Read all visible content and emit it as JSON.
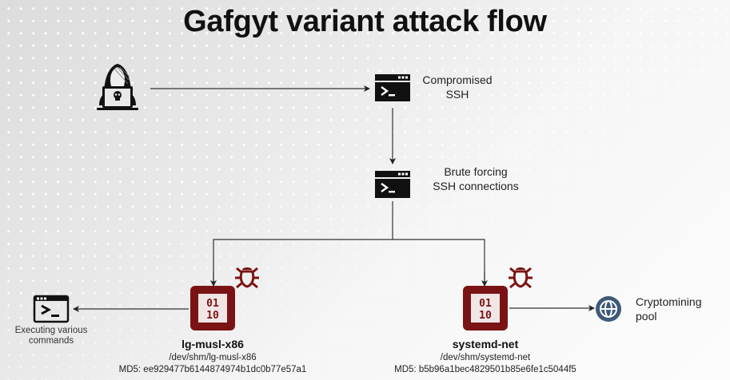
{
  "title": "Gafgyt variant attack flow",
  "nodes": {
    "attacker": {
      "icon": "hacker-icon"
    },
    "compromised_ssh": {
      "icon": "terminal-icon",
      "label_line1": "Compromised",
      "label_line2": "SSH"
    },
    "brute_force": {
      "icon": "terminal-icon",
      "label_line1": "Brute forcing",
      "label_line2": "SSH connections"
    },
    "executing": {
      "icon": "terminal-icon",
      "label_line1": "Executing various",
      "label_line2": "commands"
    },
    "mining_pool": {
      "icon": "globe-icon",
      "label_line1": "Cryptomining",
      "label_line2": "pool"
    },
    "malware": [
      {
        "name": "lg-musl-x86",
        "path": "/dev/shm/lg-musl-x86",
        "md5": "MD5: ee929477b6144874974b1dc0b77e57a1",
        "icon": "binary-file-icon",
        "badge": "bug-icon"
      },
      {
        "name": "systemd-net",
        "path": "/dev/shm/systemd-net",
        "md5": "MD5: b5b96a1bec4829501b85e6fe1c5044f5",
        "icon": "binary-file-icon",
        "badge": "bug-icon"
      }
    ]
  },
  "colors": {
    "malware": "#7a1414",
    "globe": "#3f5a78",
    "connector": "#333333",
    "terminal": "#111111"
  }
}
